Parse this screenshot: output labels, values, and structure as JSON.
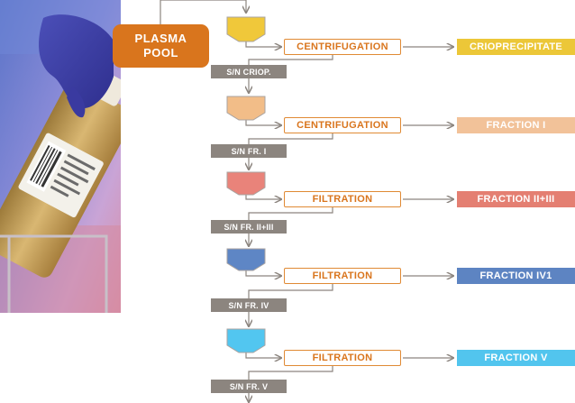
{
  "plasma_pool": {
    "line1": "PLASMA",
    "line2": "POOL"
  },
  "steps": [
    {
      "process": "CENTRIFUGATION",
      "fraction": "CRIOPRECIPITATE",
      "supernatant": "S/N CRIOP.",
      "fraction_color": "#ecc738",
      "vessel_color": "#f0c83a"
    },
    {
      "process": "CENTRIFUGATION",
      "fraction": "FRACTION I",
      "supernatant": "S/N FR. I",
      "fraction_color": "#f2c299",
      "vessel_color": "#f2bd88"
    },
    {
      "process": "FILTRATION",
      "fraction": "FRACTION II+III",
      "supernatant": "S/N FR. II+III",
      "fraction_color": "#e47f72",
      "vessel_color": "#e9837a"
    },
    {
      "process": "FILTRATION",
      "fraction": "FRACTION IV1",
      "supernatant": "S/N FR. IV",
      "fraction_color": "#5d84c2",
      "vessel_color": "#5e86c5"
    },
    {
      "process": "FILTRATION",
      "fraction": "FRACTION V",
      "supernatant": "S/N FR. V",
      "fraction_color": "#52c5ee",
      "vessel_color": "#52c6f0"
    }
  ],
  "colors": {
    "accent_orange": "#d9751d",
    "connector_grey": "#8c857f",
    "box_border": "#e08a34"
  }
}
